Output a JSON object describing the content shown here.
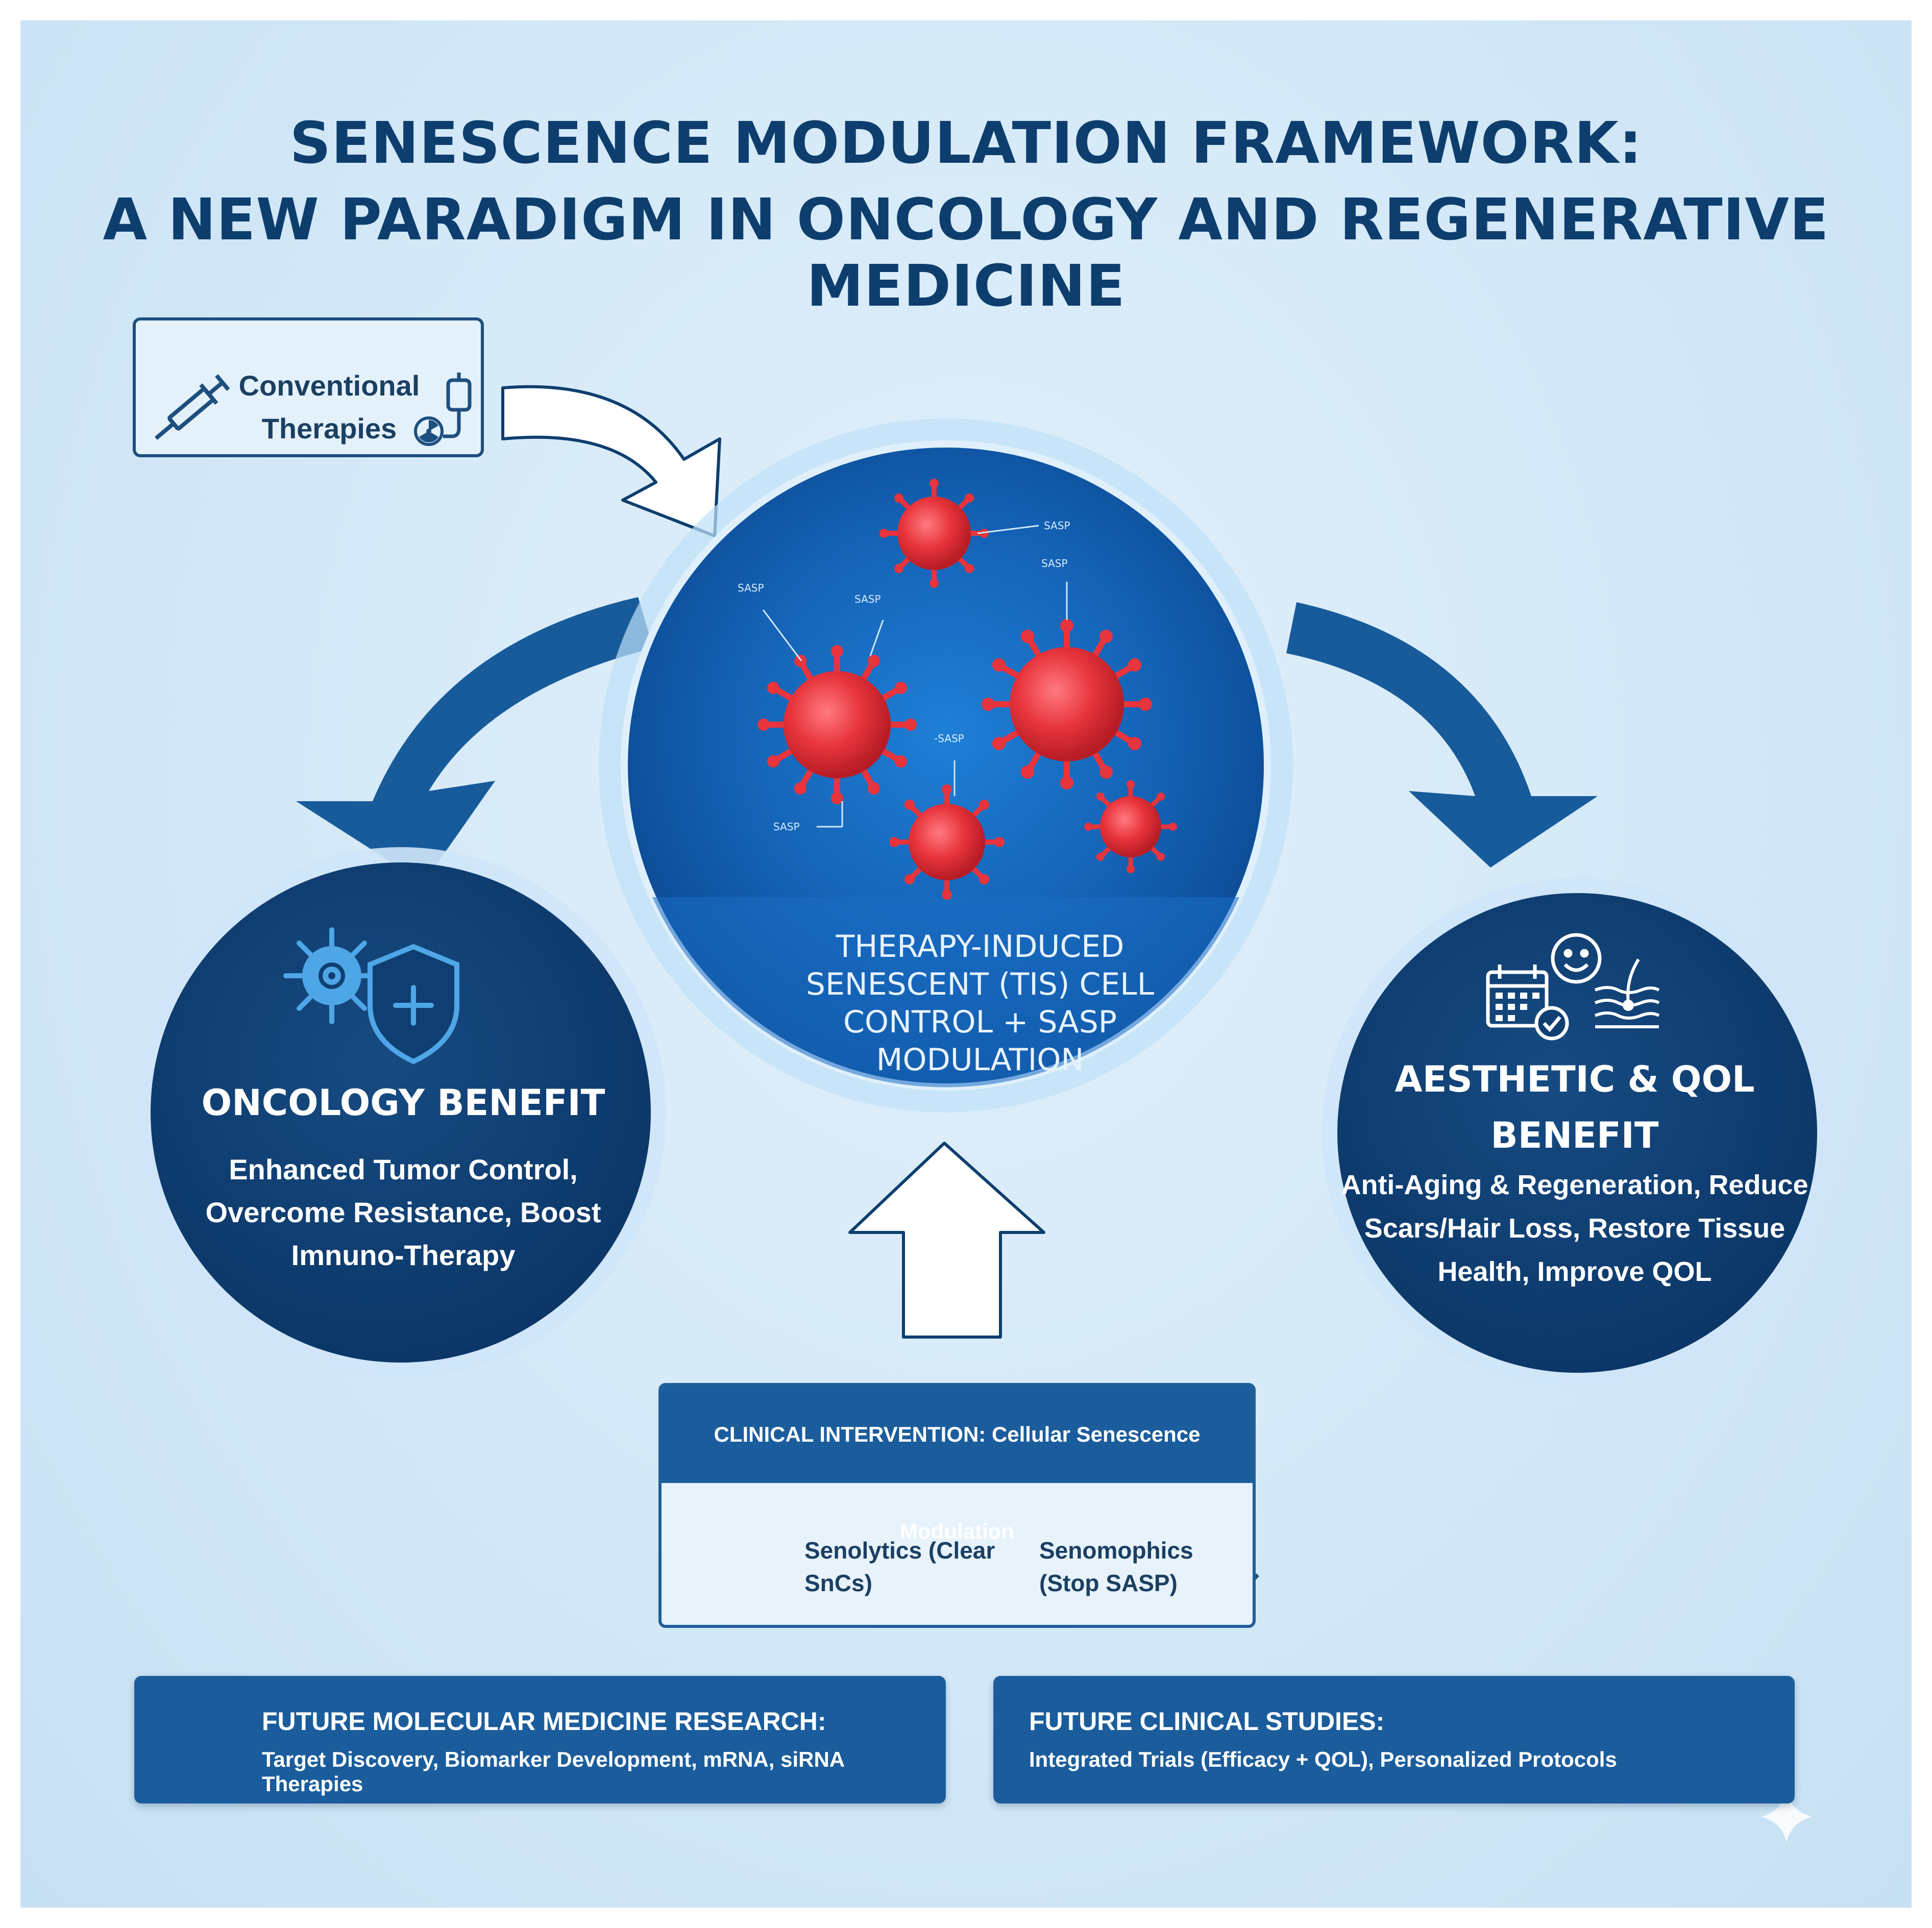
{
  "title": {
    "line1": "SENESCENCE MODULATION FRAMEWORK:",
    "line2": "A NEW PARADIGM IN ONCOLOGY AND REGENERATIVE MEDICINE"
  },
  "conventional": {
    "label": "Conventional Therapies",
    "icons": [
      "syringe-icon",
      "iv-bag-icon",
      "radiation-icon"
    ]
  },
  "center": {
    "caption": "THERAPY-INDUCED SENESCENT (TIS) CELL CONTROL + SASP MODULATION",
    "sasp_labels": [
      "SASP",
      "SASP",
      "SASP",
      "SASP",
      "-SASP",
      "SASP"
    ]
  },
  "oncology": {
    "title": "ONCOLOGY BENEFIT",
    "desc": "Enhanced Tumor Control, Overcome Resistance, Boost Imnuno-Therapy",
    "icons": [
      "immune-cell-icon",
      "shield-plus-icon"
    ]
  },
  "aesthetic": {
    "title": "AESTHETIC & QOL BENEFIT",
    "desc": "Anti-Aging & Regeneration, Reduce Scars/Hair Loss, Restore Tissue Health, Improve QOL",
    "icons": [
      "calendar-check-icon",
      "smiley-icon",
      "skin-hair-icon"
    ]
  },
  "intervention": {
    "header": "CLINICAL INTERVENTION: Cellular Senescence Modulation",
    "senolytics": "Senolytics (Clear SnCs)",
    "senomorphics": "Senomophics (Stop SASP)",
    "icons": [
      "pill-bottle-icon",
      "syringe-icon"
    ]
  },
  "research": {
    "title": "FUTURE MOLECULAR MEDICINE RESEARCH:",
    "subtitle": "Target Discovery, Biomarker Development, mRNA, siRNA Therapies",
    "icon": "microscope-icon"
  },
  "clinical": {
    "title": "FUTURE CLINICAL STUDIES:",
    "subtitle": "Integrated Trials (Efficacy + QOL), Personalized Protocols",
    "icon": "search-people-icon"
  },
  "colors": {
    "navy": "#0d3e6e",
    "circle_dark": "#0f3f72",
    "blue": "#1b5d9c",
    "cell_red": "#e8343c",
    "background": "#d3e8f7"
  }
}
